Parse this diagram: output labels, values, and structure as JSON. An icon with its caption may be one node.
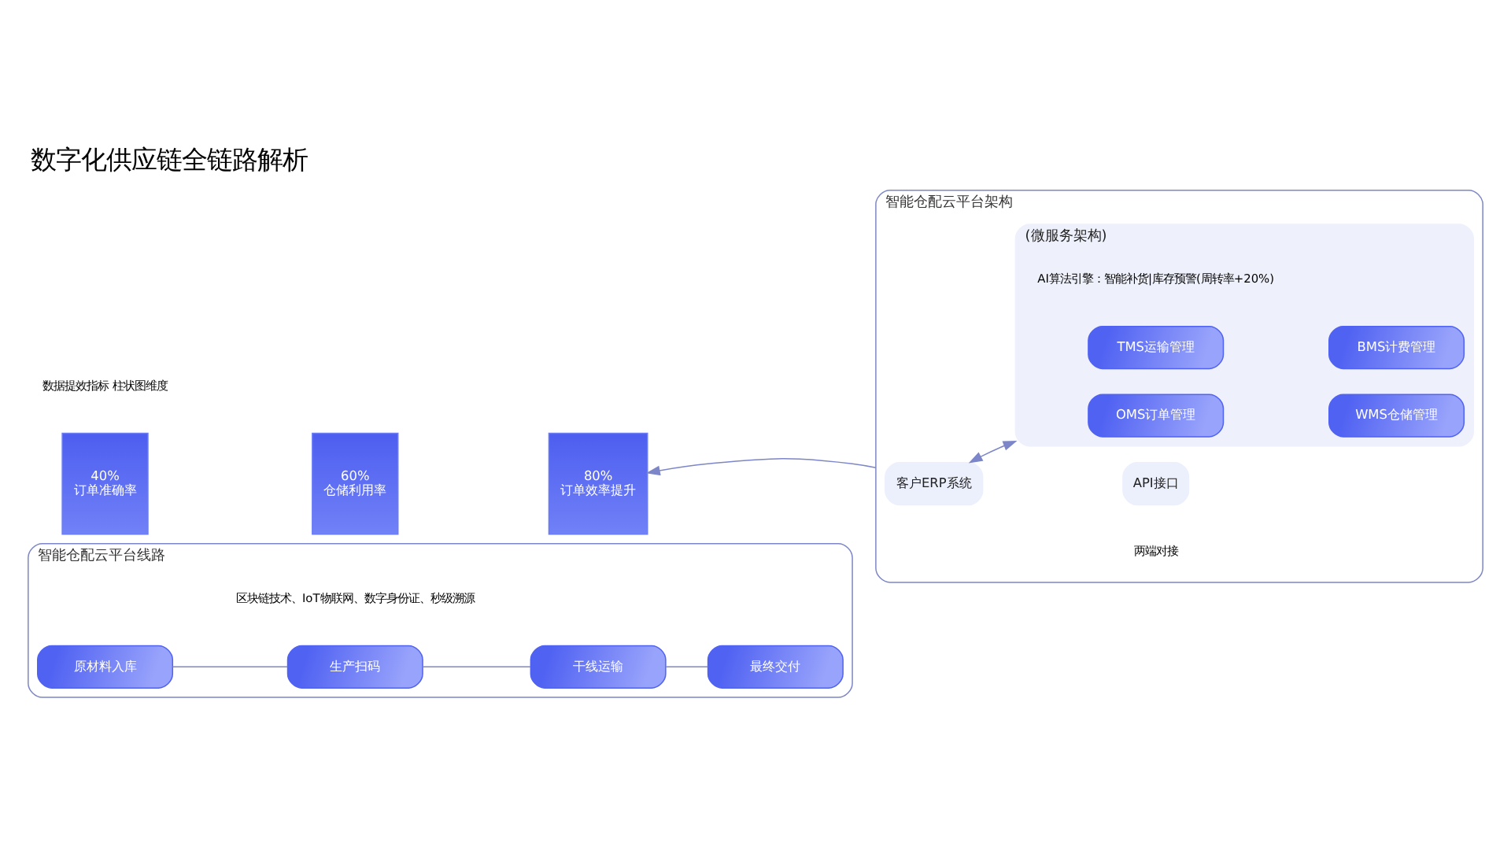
{
  "diagram": {
    "title": "数字化供应链全链路解析",
    "nodes": [
      {
        "text": [
          "智能仓配云平台线路",
          "区块链技术、IoT物联网、数字身份证、秒级溯源"
        ]
      },
      {
        "text": [
          "原材料入库"
        ],
        "in": 0
      },
      {
        "text": [
          "生产扫码"
        ],
        "in": 0
      },
      {
        "text": [
          "干线运输"
        ],
        "in": 0
      },
      {
        "text": [
          "最终交付"
        ],
        "in": 0
      },
      {
        "text": [
          "智能仓配云平台架构"
        ]
      },
      {
        "text": [
          "客户ERP系统"
        ],
        "in": 5
      },
      {
        "text": [
          "API接口"
        ],
        "in": 5,
        "beside": [
          "两端对接"
        ]
      },
      {
        "text": [
          "(微服务架构)",
          "AI算法引擎：智能补货|库存预警(周转率+20%)"
        ],
        "in": 5
      },
      {
        "text": [
          "OMS订单管理"
        ],
        "in": 8
      },
      {
        "text": [
          "WMS仓储管理"
        ],
        "in": 8
      },
      {
        "text": [
          "TMS运输管理"
        ],
        "in": 8
      },
      {
        "text": [
          "BMS计费管理"
        ],
        "in": 8
      },
      {
        "text": [
          "40%",
          "订单准确率"
        ]
      },
      {
        "text": [
          "60%",
          "仓储利用率"
        ]
      },
      {
        "text": [
          "80%",
          "订单效率提升"
        ]
      }
    ],
    "edges": [
      {
        "from": 1,
        "to": 2,
        "arrow": "none"
      },
      {
        "from": 2,
        "to": 3,
        "arrow": "none"
      },
      {
        "from": 3,
        "to": 4,
        "arrow": "none"
      },
      {
        "from": 6,
        "to": 8,
        "arrow": "both"
      },
      {
        "from": 5,
        "to": 15,
        "arrow": "to"
      }
    ],
    "labels": [
      "数据提效指标 柱状图维度"
    ]
  }
}
